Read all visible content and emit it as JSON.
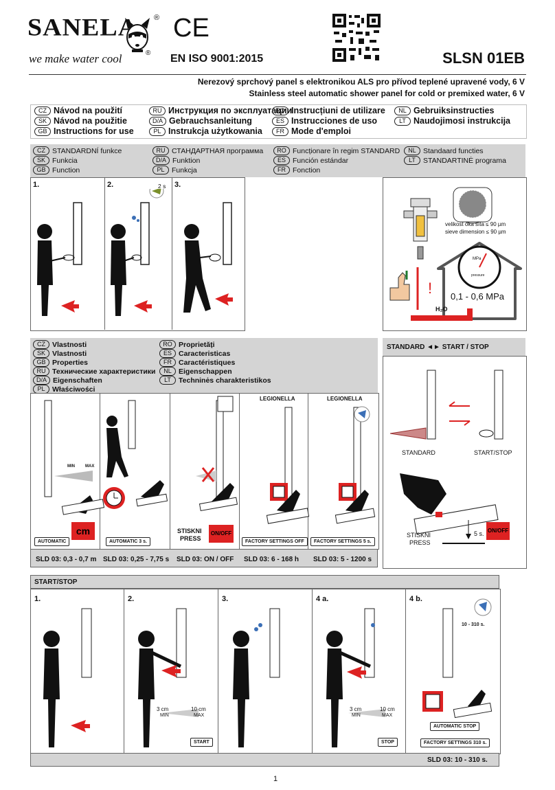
{
  "header": {
    "brand": "SANELA",
    "brand_reg": "®",
    "tagline": "we make water cool",
    "tagline_reg": "®",
    "ce_mark": "CE",
    "iso": "EN ISO 9001:2015",
    "model": "SLSN 01EB",
    "subtitle_cz": "Nerezový sprchový panel s elektronikou ALS pro přívod teplené upravené vody, 6 V",
    "subtitle_en": "Stainless steel automatic shower panel for cold or premixed water, 6 V"
  },
  "languages": [
    {
      "code": "CZ",
      "label": "Návod na použití"
    },
    {
      "code": "RU",
      "label": "Инструкция по эксплуатации"
    },
    {
      "code": "RO",
      "label": "Instrucțiuni de utilizare"
    },
    {
      "code": "NL",
      "label": "Gebruiksinstructies"
    },
    {
      "code": "SK",
      "label": "Návod na použitie"
    },
    {
      "code": "D/A",
      "label": "Gebrauchsanleitung"
    },
    {
      "code": "ES",
      "label": "Instrucciones de uso"
    },
    {
      "code": "LT",
      "label": "Naudojimosi instrukcija"
    },
    {
      "code": "GB",
      "label": "Instructions for use"
    },
    {
      "code": "PL",
      "label": "Instrukcja użytkowania"
    },
    {
      "code": "FR",
      "label": "Mode d'emploi"
    }
  ],
  "function_section": {
    "titles": [
      {
        "code": "CZ",
        "label": "STANDARDNÍ funkce",
        "bold": "STANDARDNÍ"
      },
      {
        "code": "RU",
        "label": "СТАНДАРТНАЯ программа"
      },
      {
        "code": "RO",
        "label": "Funcționare în regim STANDARD"
      },
      {
        "code": "NL",
        "label": "Standaard functies"
      },
      {
        "code": "SK",
        "label": "Funkcia"
      },
      {
        "code": "D/A",
        "label": "Funktion"
      },
      {
        "code": "ES",
        "label": "Función estándar"
      },
      {
        "code": "LT",
        "label": "STANDARTINĖ programa"
      },
      {
        "code": "GB",
        "label": "Function"
      },
      {
        "code": "PL",
        "label": "Funkcja"
      },
      {
        "code": "FR",
        "label": "Fonction"
      }
    ],
    "steps": [
      "1.",
      "2.",
      "3."
    ],
    "timer_label": "2 s",
    "sieve_cz": "velikost oka síta ≤ 90 µm",
    "sieve_en": "sieve dimension ≤ 90 µm",
    "gauge_unit": "MPa",
    "gauge_sub": "pressure",
    "pressure_range": "0,1 - 0,6 MPa",
    "water": "H₂O",
    "warning": "!"
  },
  "properties_section": {
    "titles": [
      {
        "code": "CZ",
        "label": "Vlastnosti"
      },
      {
        "code": "RO",
        "label": "Proprietăți"
      },
      {
        "code": "SK",
        "label": "Vlastnosti"
      },
      {
        "code": "ES",
        "label": "Caracteristicas"
      },
      {
        "code": "GB",
        "label": "Properties"
      },
      {
        "code": "FR",
        "label": "Caractéristiques"
      },
      {
        "code": "RU",
        "label": "Технические характеристики"
      },
      {
        "code": "NL",
        "label": "Eigenschappen"
      },
      {
        "code": "D/A",
        "label": "Eigenschaften"
      },
      {
        "code": "LT",
        "label": "Techninės charakteristikos"
      },
      {
        "code": "PL",
        "label": "Właściwości"
      }
    ],
    "min": "MIN",
    "max": "MAX",
    "panels": [
      {
        "tag": "AUTOMATIC",
        "sld": "SLD 03: 0,3 - 0,7 m",
        "badge": "cm"
      },
      {
        "tag": "AUTOMATIC 3 s.",
        "sld": "SLD 03: 0,25 - 7,75 s"
      },
      {
        "tag": "",
        "sld": "SLD 03: ON / OFF",
        "press_cz": "STISKNI",
        "press_en": "PRESS",
        "badge": "ON/OFF"
      },
      {
        "tag": "FACTORY SETTINGS OFF",
        "sld": "SLD 03: 6 - 168 h",
        "top": "LEGIONELLA"
      },
      {
        "tag": "FACTORY SETTINGS 5 s.",
        "sld": "SLD 03: 5 - 1200 s",
        "top": "LEGIONELLA"
      }
    ]
  },
  "standard_panel": {
    "title": "STANDARD ◄► START / STOP",
    "left_label": "STANDARD",
    "right_label": "START/STOP",
    "press_cz": "STISKNI",
    "press_en": "PRESS",
    "time": "5 s.",
    "badge": "ON/OFF"
  },
  "startstop_section": {
    "title": "START/STOP",
    "steps": [
      "1.",
      "2.",
      "3.",
      "4 a.",
      "4 b."
    ],
    "range_left": "3 cm",
    "range_right": "10 cm",
    "min": "MIN",
    "max": "MAX",
    "start_btn": "START",
    "stop_btn": "STOP",
    "timer_range": "10 - 310 s.",
    "auto_stop": "AUTOMATIC STOP",
    "factory": "FACTORY SETTINGS 310 s.",
    "sld": "SLD 03: 10 - 310 s."
  },
  "page_number": "1",
  "colors": {
    "accent_red": "#d22222",
    "band_gray": "#d4d4d4"
  }
}
